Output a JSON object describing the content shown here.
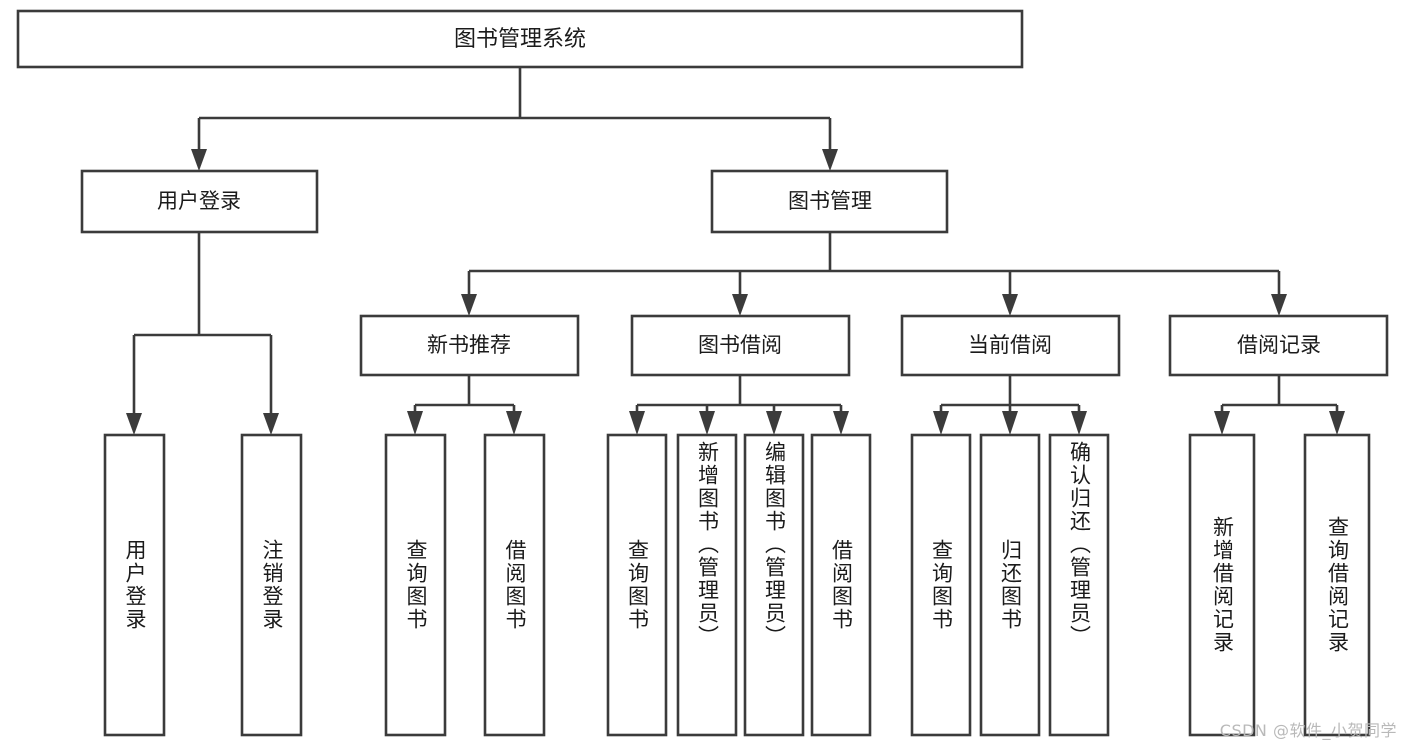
{
  "diagram": {
    "type": "tree",
    "title": "图书管理系统",
    "watermark": "CSDN @软件_小贺同学",
    "colors": {
      "stroke": "#3b3b3b",
      "fill": "#ffffff",
      "text": "#1b1b1b",
      "watermark": "#b9b9b9"
    },
    "levels": {
      "root": {
        "label": "图书管理系统"
      },
      "level2": [
        {
          "label": "用户登录"
        },
        {
          "label": "图书管理"
        }
      ],
      "level3": [
        {
          "label": "新书推荐"
        },
        {
          "label": "图书借阅"
        },
        {
          "label": "当前借阅"
        },
        {
          "label": "借阅记录"
        }
      ],
      "leaves_user_login": [
        {
          "label": "用户登录"
        },
        {
          "label": "注销登录"
        }
      ],
      "leaves_new_books": [
        {
          "label": "查询图书"
        },
        {
          "label": "借阅图书"
        }
      ],
      "leaves_borrow": [
        {
          "label": "查询图书"
        },
        {
          "label": "新增图书（管理员）"
        },
        {
          "label": "编辑图书（管理员）"
        },
        {
          "label": "借阅图书"
        }
      ],
      "leaves_current": [
        {
          "label": "查询图书"
        },
        {
          "label": "归还图书"
        },
        {
          "label": "确认归还（管理员）"
        }
      ],
      "leaves_records": [
        {
          "label": "新增借阅记录"
        },
        {
          "label": "查询借阅记录"
        }
      ]
    }
  }
}
